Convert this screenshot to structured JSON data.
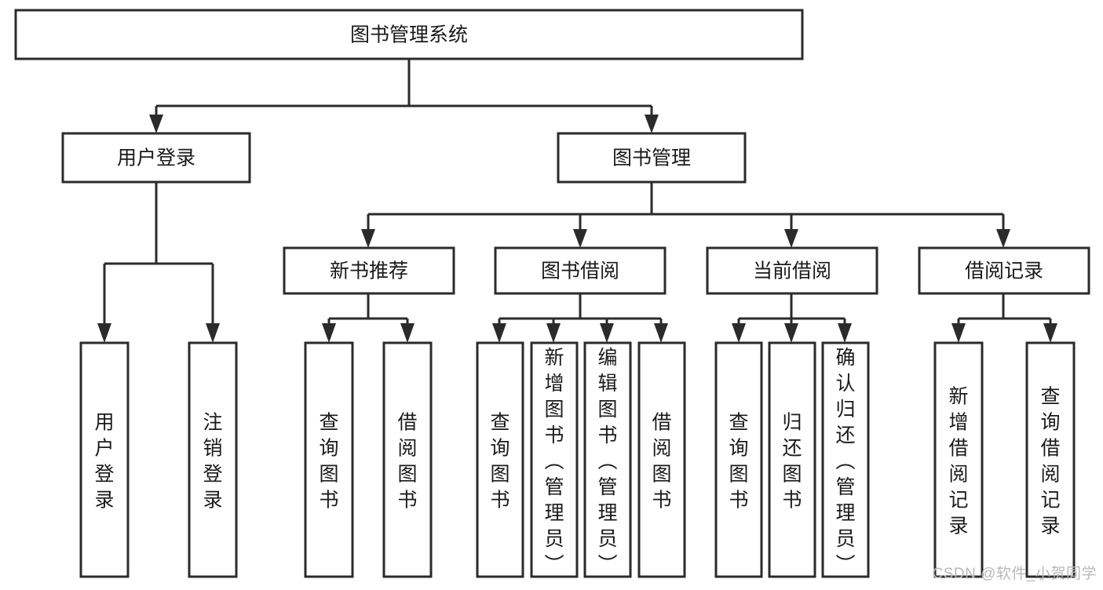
{
  "diagram": {
    "type": "tree-hierarchy-flowchart",
    "title": "图书管理系统",
    "colors": {
      "stroke": "#2b2b2b",
      "box_fill": "#ffffff",
      "text": "#1a1a1a",
      "background": "#ffffff",
      "watermark": "#b9b9b9"
    },
    "root": {
      "label": "图书管理系统",
      "orientation": "horizontal"
    },
    "level2": [
      {
        "label": "用户登录",
        "orientation": "horizontal"
      },
      {
        "label": "图书管理",
        "orientation": "horizontal"
      }
    ],
    "level3": [
      {
        "label": "新书推荐",
        "orientation": "horizontal",
        "parent": "图书管理"
      },
      {
        "label": "图书借阅",
        "orientation": "horizontal",
        "parent": "图书管理"
      },
      {
        "label": "当前借阅",
        "orientation": "horizontal",
        "parent": "图书管理"
      },
      {
        "label": "借阅记录",
        "orientation": "horizontal",
        "parent": "图书管理"
      }
    ],
    "leaves": [
      {
        "label": "用户登录",
        "orientation": "vertical",
        "parent": "用户登录"
      },
      {
        "label": "注销登录",
        "orientation": "vertical",
        "parent": "用户登录"
      },
      {
        "label": "查询图书",
        "orientation": "vertical",
        "parent": "新书推荐"
      },
      {
        "label": "借阅图书",
        "orientation": "vertical",
        "parent": "新书推荐"
      },
      {
        "label": "查询图书",
        "orientation": "vertical",
        "parent": "图书借阅"
      },
      {
        "label": "新增图书（管理员）",
        "orientation": "vertical",
        "parent": "图书借阅"
      },
      {
        "label": "编辑图书（管理员）",
        "orientation": "vertical",
        "parent": "图书借阅"
      },
      {
        "label": "借阅图书",
        "orientation": "vertical",
        "parent": "图书借阅"
      },
      {
        "label": "查询图书",
        "orientation": "vertical",
        "parent": "当前借阅"
      },
      {
        "label": "归还图书",
        "orientation": "vertical",
        "parent": "当前借阅"
      },
      {
        "label": "确认归还（管理员）",
        "orientation": "vertical",
        "parent": "当前借阅"
      },
      {
        "label": "新增借阅记录",
        "orientation": "vertical",
        "parent": "借阅记录"
      },
      {
        "label": "查询借阅记录",
        "orientation": "vertical",
        "parent": "借阅记录"
      }
    ]
  },
  "watermark": {
    "text": "CSDN @软件_小贺同学"
  }
}
